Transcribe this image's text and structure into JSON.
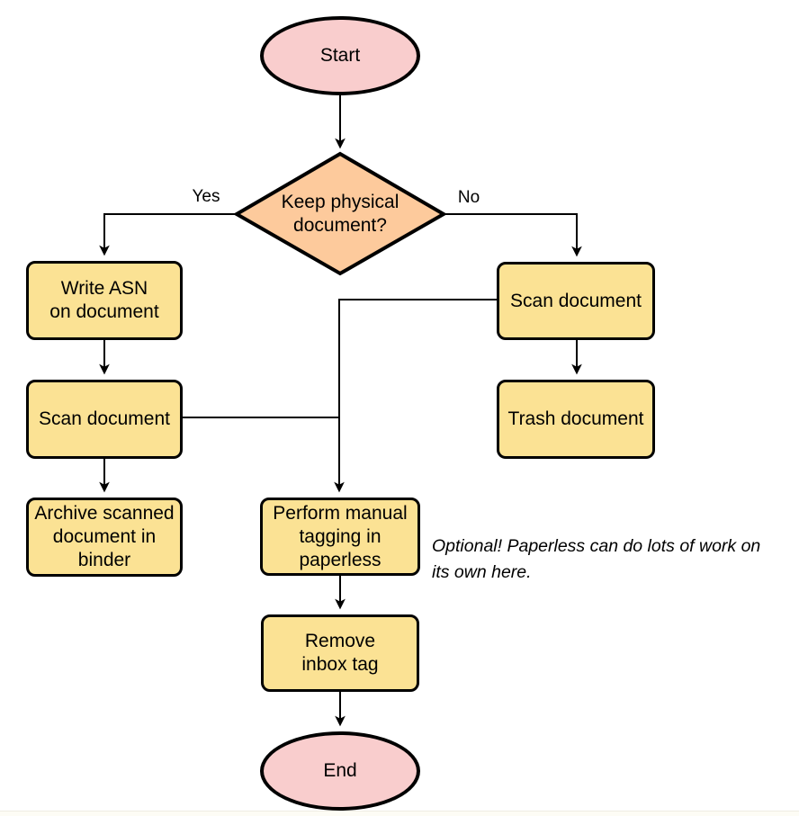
{
  "flowchart": {
    "nodes": {
      "start": "Start",
      "decision": "Keep physical\ndocument?",
      "write_asn": "Write ASN\non document",
      "scan_left": "Scan document",
      "archive": "Archive scanned\ndocument in\nbinder",
      "scan_right": "Scan document",
      "trash": "Trash document",
      "tagging": "Perform manual\ntagging in\npaperless",
      "remove_inbox": "Remove\ninbox tag",
      "end": "End"
    },
    "edge_labels": {
      "yes": "Yes",
      "no": "No"
    },
    "annotation": "Optional! Paperless can do lots of work on\nits own here.",
    "colors": {
      "terminal_fill": "#F9CDCD",
      "decision_fill": "#FDCA9C",
      "process_fill": "#FBE294",
      "stroke": "#000000"
    }
  }
}
